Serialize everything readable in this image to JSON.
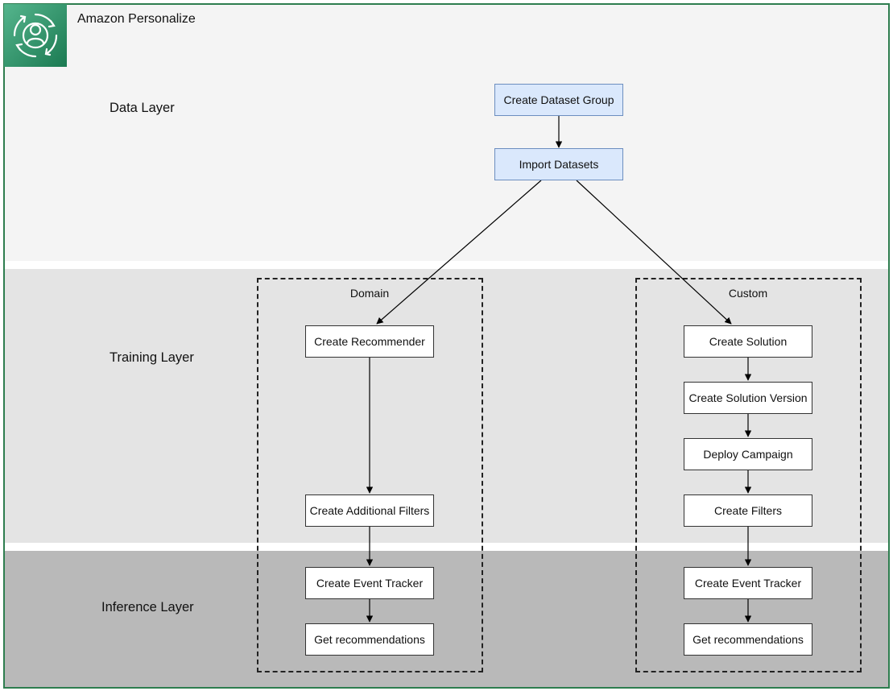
{
  "header": {
    "title": "Amazon Personalize",
    "logo_icon": "personalize-logo-icon"
  },
  "layers": {
    "data": "Data Layer",
    "training": "Training Layer",
    "inference": "Inference Layer"
  },
  "groups": {
    "domain": "Domain",
    "custom": "Custom"
  },
  "nodes": {
    "create_dataset_group": "Create Dataset Group",
    "import_datasets": "Import Datasets",
    "domain_create_recommender": "Create Recommender",
    "domain_create_additional_filters": "Create Additional Filters",
    "domain_create_event_tracker": "Create Event Tracker",
    "domain_get_recommendations": "Get recommendations",
    "custom_create_solution": "Create Solution",
    "custom_create_solution_version": "Create Solution Version",
    "custom_deploy_campaign": "Deploy Campaign",
    "custom_create_filters": "Create Filters",
    "custom_create_event_tracker": "Create Event Tracker",
    "custom_get_recommendations": "Get recommendations"
  },
  "colors": {
    "frame": "#2e7d4f",
    "data_layer": "#f4f4f4",
    "training_layer": "#e4e4e4",
    "inference_layer": "#b9b9b9",
    "highlight_box": "#dae8fc",
    "highlight_border": "#6c8ebf"
  }
}
